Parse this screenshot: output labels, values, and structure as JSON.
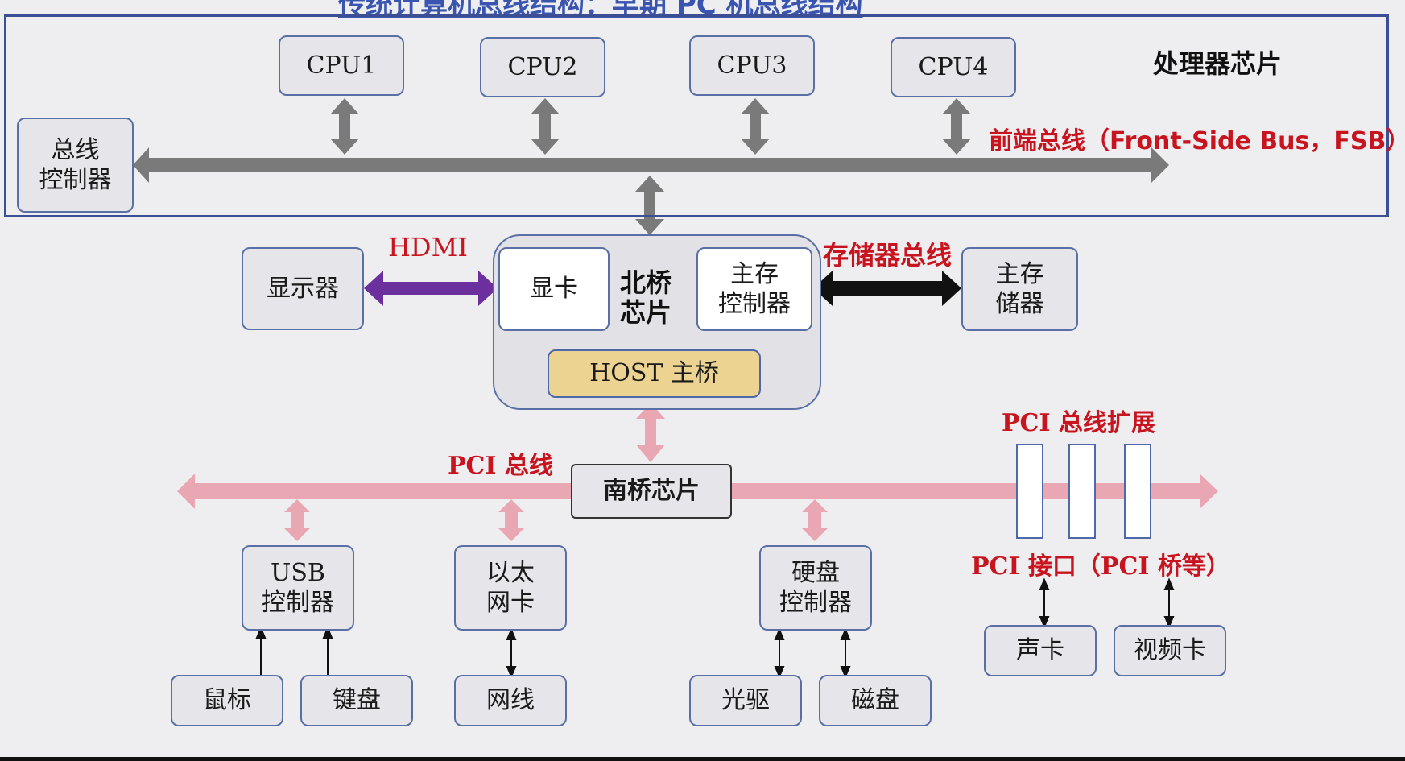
{
  "diagram": {
    "top_title": "传统计算机总线结构：早期 PC 机总线结构",
    "processor_chip_label": "处理器芯片",
    "fsb_label": "前端总线（Front-Side Bus，FSB）",
    "cpus": [
      "CPU1",
      "CPU2",
      "CPU3",
      "CPU4"
    ],
    "bus_controller": "总线\n控制器",
    "northbridge": {
      "label": "北桥\n芯片",
      "graphics_card": "显卡",
      "memory_controller": "主存\n控制器",
      "host_bridge": "HOST 主桥"
    },
    "display": "显示器",
    "hdmi_label": "HDMI",
    "memory_bus_label": "存储器总线",
    "main_memory": "主存\n储器",
    "southbridge": "南桥芯片",
    "pci_bus_label": "PCI 总线",
    "pci_expansion_label": "PCI 总线扩展",
    "pci_interface_label": "PCI 接口（PCI 桥等）",
    "usb_controller": "USB\n控制器",
    "ethernet_card": "以太\n网卡",
    "disk_controller": "硬盘\n控制器",
    "mouse": "鼠标",
    "keyboard": "键盘",
    "network_cable": "网线",
    "optical_drive": "光驱",
    "disk": "磁盘",
    "sound_card": "声卡",
    "video_card": "视频卡"
  },
  "colors": {
    "fsb_bus": "#7a7a7a",
    "pci_bus": "#e9a7b3",
    "hdmi_arrow": "#6b2f9e",
    "memory_bus_arrow": "#111111",
    "label_red": "#c8141e",
    "frame_blue": "#3d4f94",
    "host_bridge_fill": "#ecd392"
  }
}
